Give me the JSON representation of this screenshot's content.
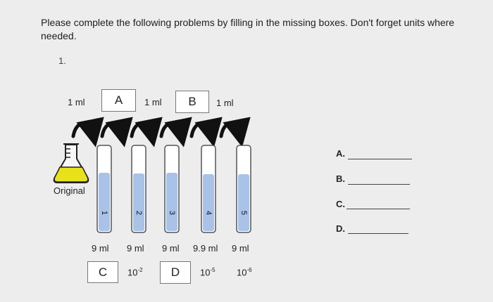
{
  "instructions": "Please complete the following problems by filling in the missing boxes. Don't forget units where needed.",
  "problem_number": "1.",
  "transfer_volumes": [
    "1 ml",
    "1 ml",
    "1 ml"
  ],
  "boxes": {
    "a": "A",
    "b": "B",
    "c": "C",
    "d": "D"
  },
  "flask_label": "Original",
  "tubes": [
    {
      "number": "1",
      "volume": "9 ml"
    },
    {
      "number": "2",
      "volume": "9 ml"
    },
    {
      "number": "3",
      "volume": "9 ml"
    },
    {
      "number": "4",
      "volume": "9.9 ml"
    },
    {
      "number": "5",
      "volume": "9 ml"
    }
  ],
  "dilutions": {
    "tube2": {
      "base": "10",
      "exp": "-2"
    },
    "tube4": {
      "base": "10",
      "exp": "-5"
    },
    "tube5": {
      "base": "10",
      "exp": "-6"
    }
  },
  "answers": [
    "A.",
    "B.",
    "C.",
    "D."
  ],
  "colors": {
    "liquid": "#a9c3e8",
    "flask_liquid": "#e8e21a",
    "arrow": "#111111",
    "background": "#ededed"
  }
}
